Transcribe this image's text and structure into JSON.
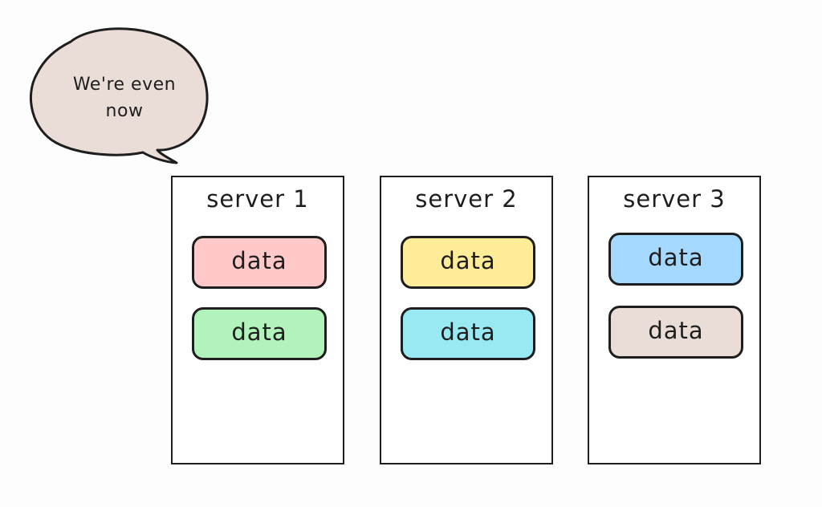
{
  "speech_bubble": {
    "lines": [
      "We're even",
      "now"
    ],
    "fill": "#eaddd7",
    "stroke": "#1e1e1e"
  },
  "servers": [
    {
      "title": "server 1",
      "data_blocks": [
        {
          "label": "data",
          "color": "#ffc9c9"
        },
        {
          "label": "data",
          "color": "#b2f2bb"
        }
      ]
    },
    {
      "title": "server 2",
      "data_blocks": [
        {
          "label": "data",
          "color": "#ffec99"
        },
        {
          "label": "data",
          "color": "#99e9f2"
        }
      ]
    },
    {
      "title": "server 3",
      "data_blocks": [
        {
          "label": "data",
          "color": "#a5d8ff"
        },
        {
          "label": "data",
          "color": "#eaddd7"
        }
      ]
    }
  ]
}
